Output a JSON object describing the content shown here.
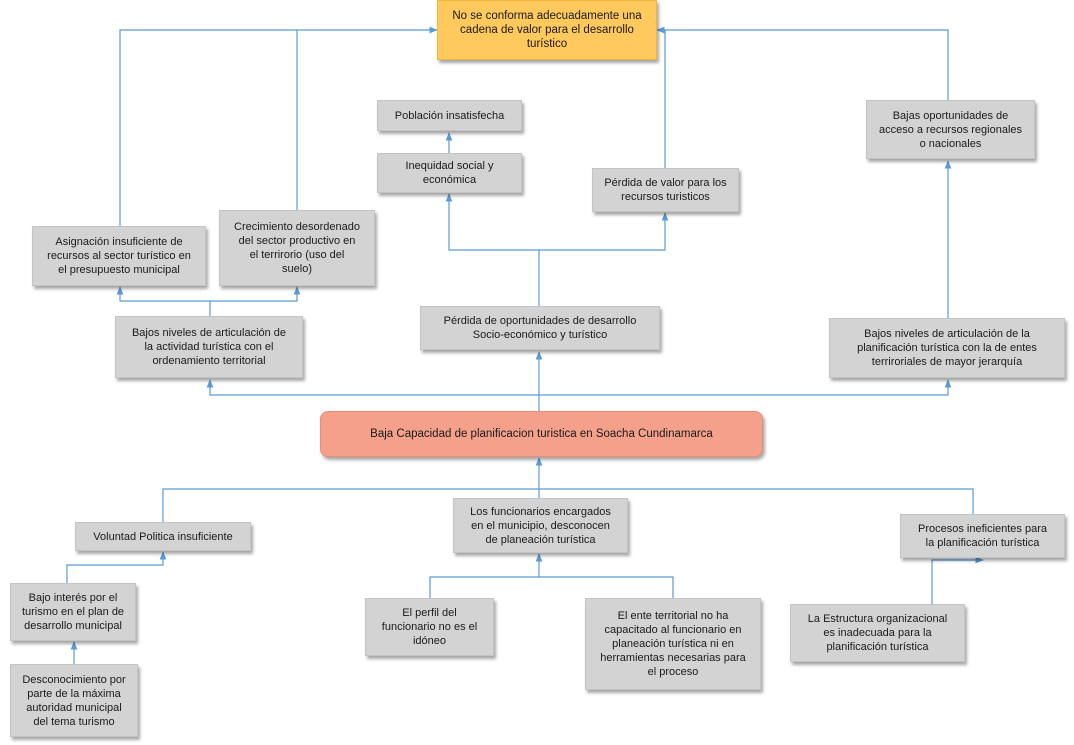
{
  "nodes": {
    "top_effect": "No se conforma adecuadamente una\ncadena de valor para el desarrollo\nturístico",
    "poblacion": "Población insatisfecha",
    "inequidad": "Inequidad social y\neconómica",
    "perdida_valor": "Pérdida de valor para los\nrecursos turisticos",
    "bajas_oportunidades": "Bajas oportunidades de\nacceso a recursos regionales\no nacionales",
    "asignacion": "Asignación insuficiente de\nrecursos al sector turístico en\nel  presupuesto municipal",
    "crecimiento": "Crecimiento desordenado\ndel sector productivo en\nel terrirorio (uso del\nsuelo)",
    "perdida_oportunidades": "Pérdida de oportunidades de desarrollo\nSocio-económico y turístico",
    "bajos_articulacion_ord": "Bajos niveles de articulación de\nla actividad turística con el\nordenamiento territorial",
    "bajos_articulacion_plan": "Bajos niveles de articulación de la\nplanificación turística con la de entes\nterriroriales de mayor jerarquía",
    "core": "Baja Capacidad de planificacion turistica en Soacha Cundinamarca",
    "voluntad": "Voluntad Politica insuficiente",
    "funcionarios": "Los funcionarios encargados\nen el municipio,  desconocen\nde planeación turística",
    "procesos": "Procesos ineficientes para\nla planificación turística",
    "bajo_interes": "Bajo interés por el\nturismo en el plan de\ndesarrollo municipal",
    "perfil": "El perfil del\nfuncionario no es el\nidóneo",
    "ente": "El ente territorial no ha\ncapacitado al funcionario en\nplaneación turística ni en\nherramientas necesarias para\nel proceso",
    "estructura": "La Estructura organizacional\nes inadecuada para la\nplanificación turística",
    "desconocimiento": "Desconocimiento por\nparte de la máxima\nautoridad municipal\ndel tema turismo"
  },
  "colors": {
    "connector": "#5b9bd5",
    "box_fill": "#d3d3d3",
    "top_fill": "#ffc95e",
    "core_fill": "#f4a08a"
  }
}
